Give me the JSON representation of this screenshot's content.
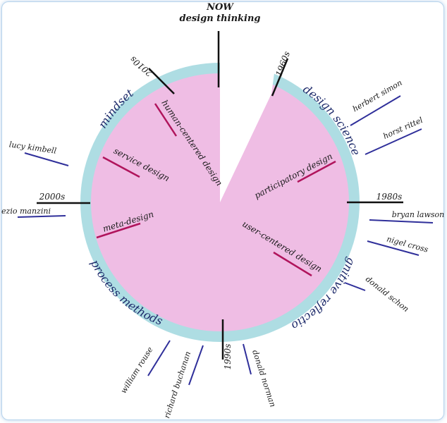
{
  "title": {
    "line1": "NOW",
    "line2": "design thinking"
  },
  "colors": {
    "ring": "#aedde3",
    "inner": "#efbde4",
    "stub": "#2f2f9a",
    "movement": "#b0145c",
    "decade": "#111111"
  },
  "decades": [
    "2010s",
    "1960s",
    "1980s",
    "1990s",
    "2000s"
  ],
  "ring_sections": [
    "mindset",
    "design science",
    "cognitive reflections",
    "process methods"
  ],
  "movements": [
    "human-centered design",
    "service design",
    "meta-design",
    "participatory design",
    "user-centered design"
  ],
  "people": [
    "herbert simon",
    "horst rittel",
    "bryan lawson",
    "nigel cross",
    "donald schon",
    "donald norman",
    "richard buchanan",
    "william rouse",
    "ezio manzini",
    "lucy kimbell"
  ]
}
